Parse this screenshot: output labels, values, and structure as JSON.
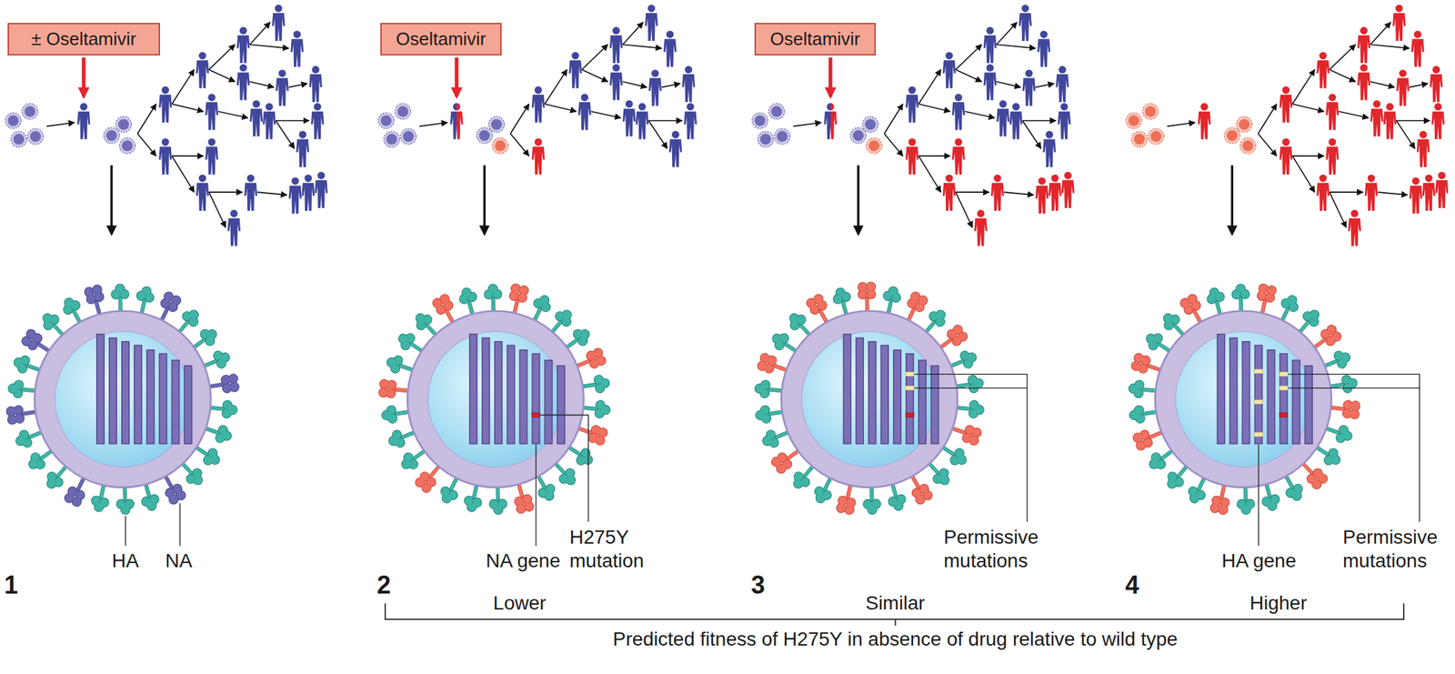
{
  "diagram": {
    "nodes": [
      {
        "text": [
          "± Oseltamivir"
        ]
      },
      {
        "text": [
          "Oseltamivir"
        ]
      },
      {
        "text": [
          "Oseltamivir"
        ]
      }
    ],
    "labels": [
      "1",
      "HA",
      "NA",
      "2",
      "NA gene",
      "H275Y mutation",
      "3",
      "Permissive mutations",
      "4",
      "HA gene",
      "Permissive mutations",
      "Lower",
      "Similar",
      "Higher",
      "Predicted fitness of H275Y in absence of drug relative to wild type"
    ]
  }
}
